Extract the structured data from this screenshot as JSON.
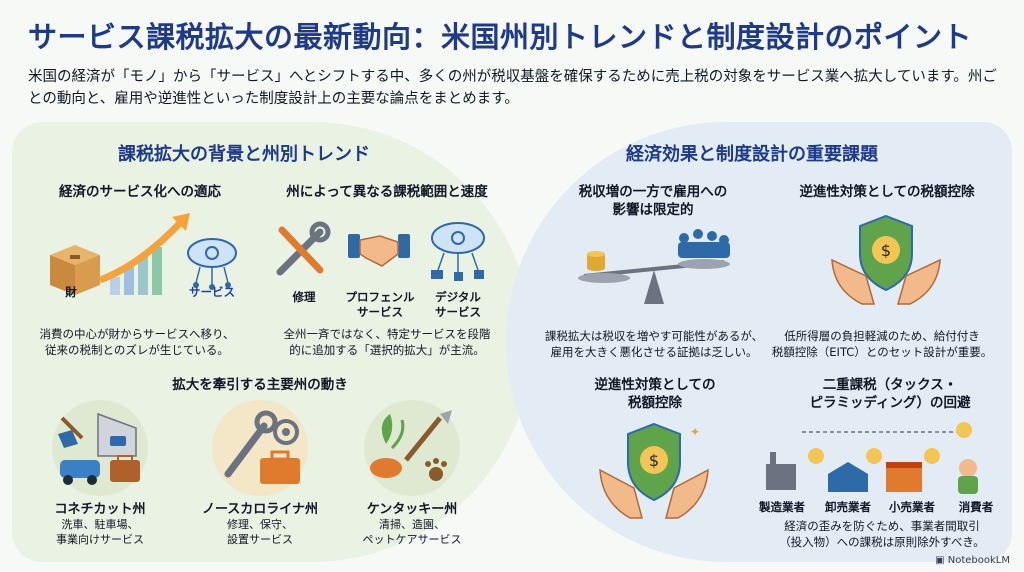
{
  "title": "サービス課税拡大の最新動向：米国州別トレンドと制度設計のポイント",
  "subtitle": "米国の経済が「モノ」から「サービス」へとシフトする中、多くの州が税収基盤を確保するために売上税の対象をサービス業へ拡大しています。州ごとの動向と、雇用や逆進性といった制度設計上の主要な論点をまとめます。",
  "left": {
    "title": "課税拡大の背景と州別トレンド",
    "adapt": {
      "heading": "経済のサービス化への適応",
      "goods_label": "財",
      "services_label": "サービス",
      "desc_line1": "消費の中心が財からサービスへ移り、",
      "desc_line2": "従来の税制とのズレが生じている。"
    },
    "scope": {
      "heading": "州によって異なる課税範囲と速度",
      "repair": "修理",
      "professional_1": "プロフェンル",
      "professional_2": "サービス",
      "digital_1": "デジタル",
      "digital_2": "サービス",
      "desc_line1": "全州一斉ではなく、特定サービスを段階",
      "desc_line2": "的に追加する「選択的拡大」が主流。"
    },
    "states": {
      "heading": "拡大を牽引する主要州の動き",
      "items": [
        {
          "name": "コネチカット州",
          "desc1": "洗車、駐車場、",
          "desc2": "事業向けサービス"
        },
        {
          "name": "ノースカロライナ州",
          "desc1": "修理、保守、",
          "desc2": "設置サービス"
        },
        {
          "name": "ケンタッキー州",
          "desc1": "清掃、造園、",
          "desc2": "ペットケアサービス"
        }
      ]
    }
  },
  "right": {
    "title": "経済効果と制度設計の重要課題",
    "employment": {
      "heading_1": "税収増の一方で雇用への",
      "heading_2": "影響は限定的",
      "desc_line1": "課税拡大は税収を増やす可能性があるが、",
      "desc_line2": "雇用を大きく悪化させる証拠は乏しい。"
    },
    "credit_top": {
      "heading": "逆進性対策としての税額控除",
      "desc_line1": "低所得層の負担軽減のため、給付付き",
      "desc_line2": "税額控除（EITC）とのセット設計が重要。"
    },
    "credit_bottom": {
      "heading_1": "逆進性対策としての",
      "heading_2": "税額控除"
    },
    "pyramiding": {
      "heading_1": "二重課税（タックス・",
      "heading_2": "ピラミッディング）の回避",
      "chain": [
        "製造業者",
        "卸売業者",
        "小売業者",
        "消費者"
      ],
      "desc_line1": "経済の歪みを防ぐため、事業者間取引",
      "desc_line2": "（投入物）への課税は原則除外すべき。"
    }
  },
  "footer": "NotebookLM"
}
